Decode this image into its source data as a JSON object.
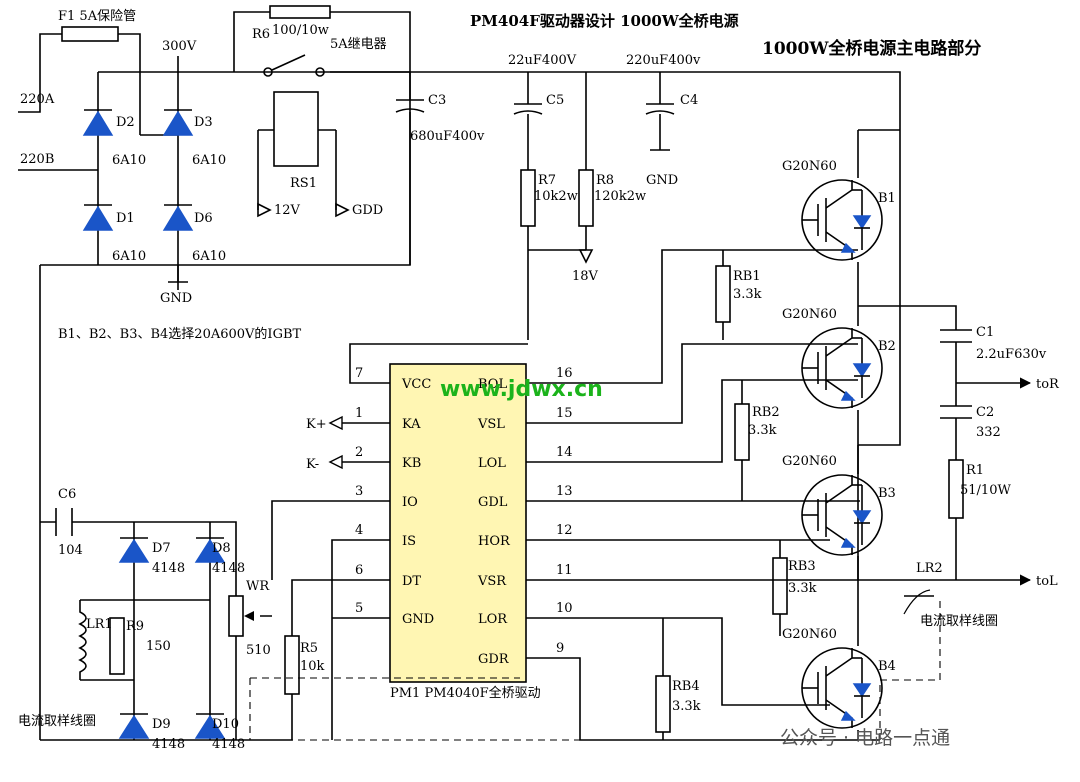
{
  "title": "PM404F驱动器设计 1000W全桥电源",
  "subtitle": "1000W全桥电源主电路部分",
  "note": "B1、B2、B3、B4选择20A600V的IGBT",
  "watermark": "www.jdwx.cn",
  "footer_watermark": "公众号 · 电路一点通",
  "inputs": {
    "ac1": "220A",
    "ac2": "220B"
  },
  "fuse": "F1 5A保险管",
  "r6": {
    "name": "R6",
    "value": "100/10w"
  },
  "relay": {
    "contact": "5A继电器",
    "name": "RS1",
    "v12": "12V",
    "gdd": "GDD"
  },
  "dc_bus": "300V",
  "gnd": "GND",
  "diodes": [
    {
      "name": "D2",
      "value": "6A10"
    },
    {
      "name": "D3",
      "value": "6A10"
    },
    {
      "name": "D1",
      "value": "6A10"
    },
    {
      "name": "D6",
      "value": "6A10"
    }
  ],
  "caps": {
    "c3": {
      "name": "C3",
      "value": "680uF400v"
    },
    "c5": {
      "name": "C5",
      "value": "22uF400V"
    },
    "c4": {
      "name": "C4",
      "value": "220uF400v"
    },
    "c1": {
      "name": "C1",
      "value": "2.2uF630v"
    },
    "c2": {
      "name": "C2",
      "value": "332"
    },
    "c6": {
      "name": "C6",
      "value": "104"
    }
  },
  "resistors": {
    "r7": {
      "name": "R7",
      "value": "10k2w"
    },
    "r8": {
      "name": "R8",
      "value": "120k2w"
    },
    "rb1": {
      "name": "RB1",
      "value": "3.3k"
    },
    "rb2": {
      "name": "RB2",
      "value": "3.3k"
    },
    "rb3": {
      "name": "RB3",
      "value": "3.3k"
    },
    "rb4": {
      "name": "RB4",
      "value": "3.3k"
    },
    "r1": {
      "name": "R1",
      "value": "51/10W"
    },
    "r5": {
      "name": "R5",
      "value": "10k"
    },
    "r9": {
      "name": "R9",
      "value": "150"
    },
    "wr": {
      "name": "WR",
      "value": "510"
    }
  },
  "v18": "18V",
  "igbts": [
    {
      "name": "B1",
      "part": "G20N60"
    },
    {
      "name": "B2",
      "part": "G20N60"
    },
    {
      "name": "B3",
      "part": "G20N60"
    },
    {
      "name": "B4",
      "part": "G20N60"
    }
  ],
  "lr2": "LR2",
  "lr2_label": "电流取样线圈",
  "lr1": "LR1",
  "lr1_label": "电流取样线圈",
  "outputs": {
    "r": "toR",
    "l": "toL"
  },
  "k_plus": "K+",
  "k_minus": "K-",
  "sense_diodes": [
    {
      "name": "D7",
      "value": "4148"
    },
    {
      "name": "D8",
      "value": "4148"
    },
    {
      "name": "D9",
      "value": "4148"
    },
    {
      "name": "D10",
      "value": "4148"
    }
  ],
  "ic": {
    "label": "PM1 PM4040F全桥驱动",
    "left_pins": [
      {
        "num": "7",
        "name": "VCC"
      },
      {
        "num": "1",
        "name": "KA"
      },
      {
        "num": "2",
        "name": "KB"
      },
      {
        "num": "3",
        "name": "IO"
      },
      {
        "num": "4",
        "name": "IS"
      },
      {
        "num": "6",
        "name": "DT"
      },
      {
        "num": "5",
        "name": "GND"
      }
    ],
    "right_pins": [
      {
        "num": "16",
        "name": "BOL"
      },
      {
        "num": "15",
        "name": "VSL"
      },
      {
        "num": "14",
        "name": "LOL"
      },
      {
        "num": "13",
        "name": "GDL"
      },
      {
        "num": "12",
        "name": "HOR"
      },
      {
        "num": "11",
        "name": "VSR"
      },
      {
        "num": "10",
        "name": "LOR"
      },
      {
        "num": "9",
        "name": "GDR"
      }
    ]
  }
}
